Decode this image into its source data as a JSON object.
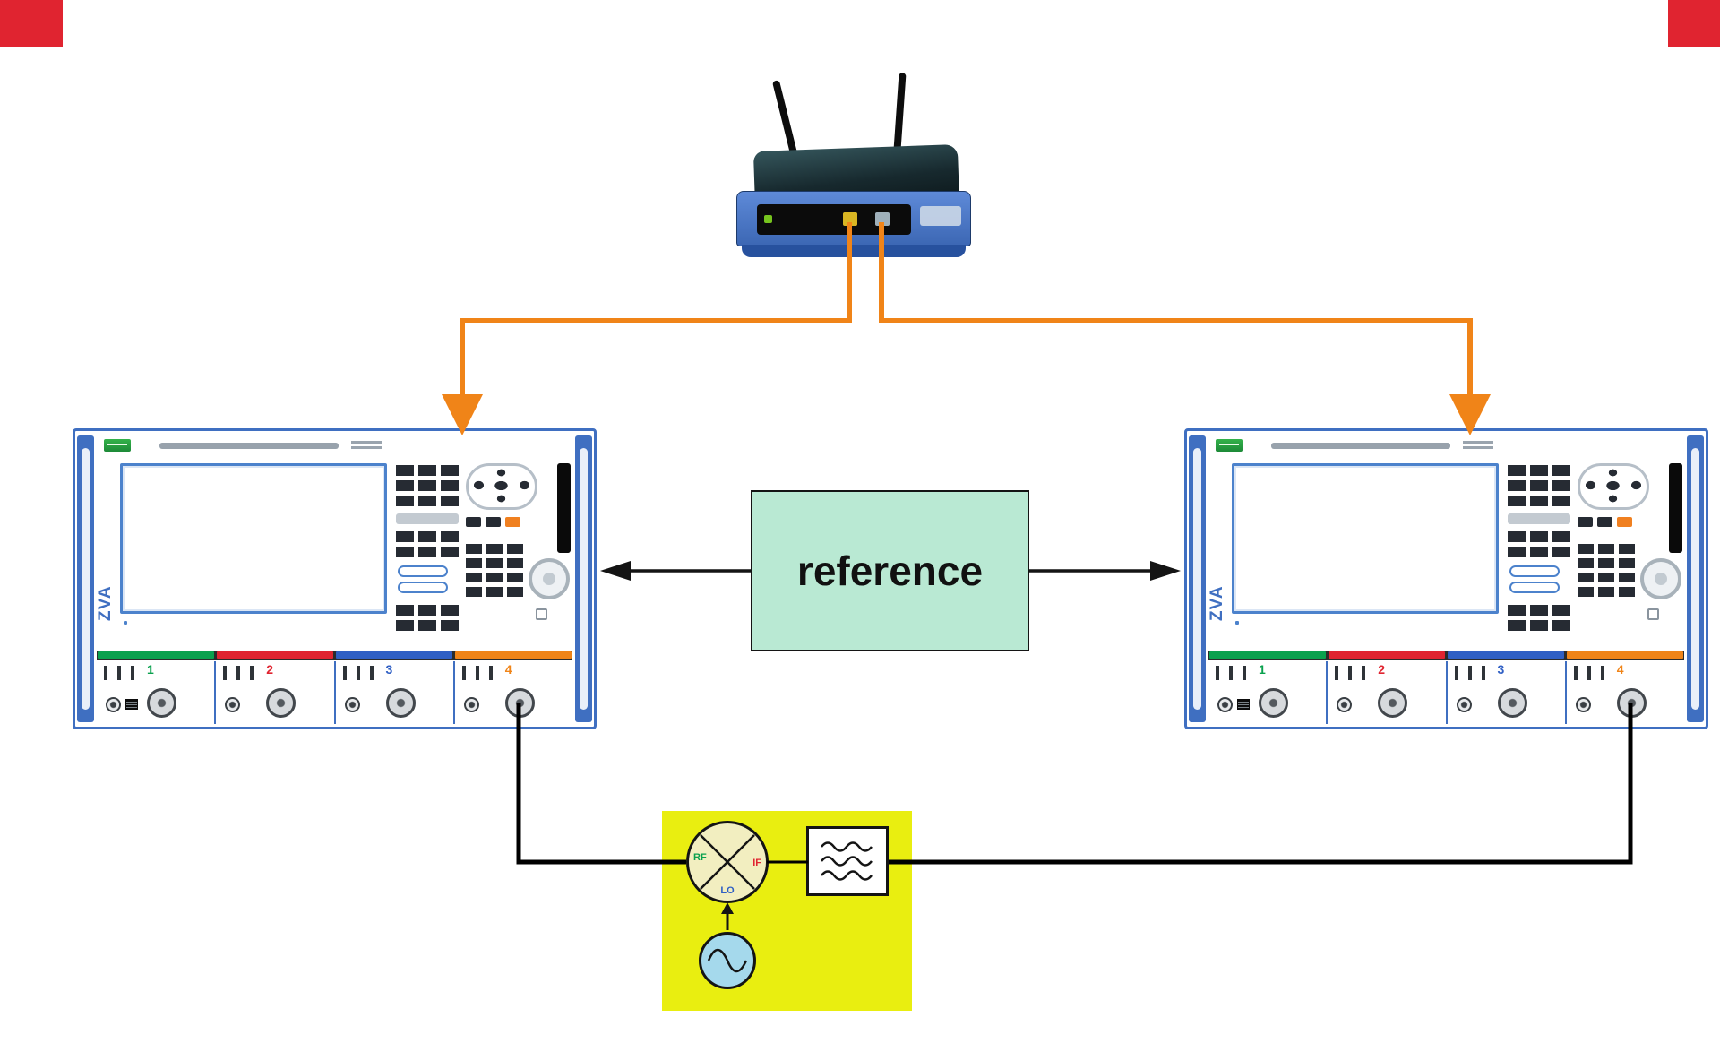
{
  "reference_box": {
    "label": "reference",
    "fill_color": "#b9e9d3"
  },
  "analyzer": {
    "model_label": "ZVA",
    "frame_color": "#3f6fc1",
    "ports": [
      {
        "number": "1",
        "color": "#0aa14e"
      },
      {
        "number": "2",
        "color": "#e02430"
      },
      {
        "number": "3",
        "color": "#2f5fc4"
      },
      {
        "number": "4",
        "color": "#f08418"
      }
    ]
  },
  "converter": {
    "box_color": "#e9ee10",
    "mixer": {
      "rf_label": "RF",
      "if_label": "IF",
      "lo_label": "LO",
      "rf_color": "#0aa14e",
      "if_color": "#e02430",
      "lo_color": "#2f5fc4"
    }
  },
  "icons": {
    "router": "wireless-lan-router",
    "mixer": "mixer-cross-icon",
    "filter": "lowpass-filter-icon",
    "lo_source": "sine-generator-icon"
  },
  "connections": {
    "lan_color": "#f08418",
    "reference_arrow_color": "#141414",
    "signal_color": "#000000",
    "corner_marker_color": "#e02430"
  }
}
